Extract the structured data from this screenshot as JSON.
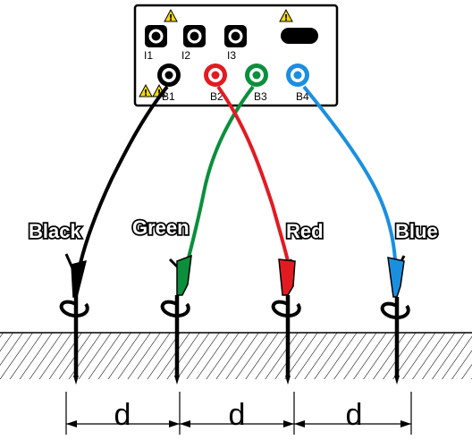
{
  "meter": {
    "current_terminals": [
      "I1",
      "I2",
      "I3"
    ],
    "voltage_terminals": [
      "B1",
      "B2",
      "B3",
      "B4"
    ],
    "warning_glyph": "!"
  },
  "probes": {
    "black": {
      "label": "Black",
      "color": "#000000"
    },
    "green": {
      "label": "Green",
      "color": "#0a8f3c"
    },
    "red": {
      "label": "Red",
      "color": "#e21b22"
    },
    "blue": {
      "label": "Blue",
      "color": "#1a8fe0"
    }
  },
  "distances": [
    "d",
    "d",
    "d"
  ],
  "colors": {
    "ground_hatch": "#000000",
    "warning_fill": "#f5d800"
  }
}
